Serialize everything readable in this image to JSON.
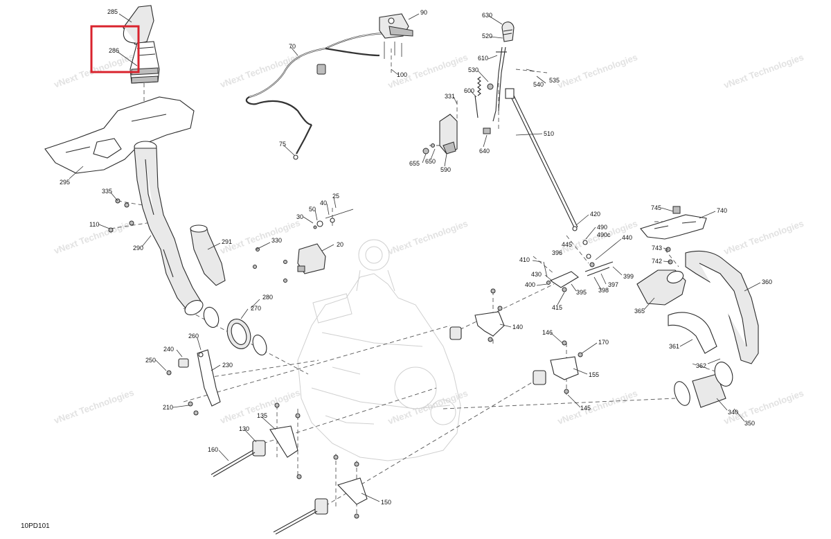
{
  "diagram": {
    "code": "10PD101",
    "watermark": "vNext Technologies",
    "highlight_color": "#d9232d",
    "highlighted_part": "286",
    "callouts": [
      {
        "id": "c285",
        "label": "285"
      },
      {
        "id": "c286",
        "label": "286"
      },
      {
        "id": "c295",
        "label": "295"
      },
      {
        "id": "c335",
        "label": "335"
      },
      {
        "id": "c110",
        "label": "110"
      },
      {
        "id": "c290",
        "label": "290"
      },
      {
        "id": "c291",
        "label": "291"
      },
      {
        "id": "c330",
        "label": "330"
      },
      {
        "id": "c280",
        "label": "280"
      },
      {
        "id": "c270",
        "label": "270"
      },
      {
        "id": "c260",
        "label": "260"
      },
      {
        "id": "c240",
        "label": "240"
      },
      {
        "id": "c250",
        "label": "250"
      },
      {
        "id": "c230",
        "label": "230"
      },
      {
        "id": "c210",
        "label": "210"
      },
      {
        "id": "c70",
        "label": "70"
      },
      {
        "id": "c90",
        "label": "90"
      },
      {
        "id": "c100",
        "label": "100"
      },
      {
        "id": "c75",
        "label": "75"
      },
      {
        "id": "c25",
        "label": "25"
      },
      {
        "id": "c40",
        "label": "40"
      },
      {
        "id": "c50",
        "label": "50"
      },
      {
        "id": "c30",
        "label": "30"
      },
      {
        "id": "c20",
        "label": "20"
      },
      {
        "id": "c630",
        "label": "630"
      },
      {
        "id": "c520",
        "label": "520"
      },
      {
        "id": "c610",
        "label": "610"
      },
      {
        "id": "c530",
        "label": "530"
      },
      {
        "id": "c540",
        "label": "540"
      },
      {
        "id": "c535",
        "label": "535"
      },
      {
        "id": "c600",
        "label": "600"
      },
      {
        "id": "c331",
        "label": "331"
      },
      {
        "id": "c510",
        "label": "510"
      },
      {
        "id": "c655",
        "label": "655"
      },
      {
        "id": "c650",
        "label": "650"
      },
      {
        "id": "c590",
        "label": "590"
      },
      {
        "id": "c640",
        "label": "640"
      },
      {
        "id": "c420",
        "label": "420"
      },
      {
        "id": "c490",
        "label": "490"
      },
      {
        "id": "c490c",
        "label": "490c"
      },
      {
        "id": "c440",
        "label": "440"
      },
      {
        "id": "c445",
        "label": "445"
      },
      {
        "id": "c396",
        "label": "396"
      },
      {
        "id": "c410",
        "label": "410"
      },
      {
        "id": "c430",
        "label": "430"
      },
      {
        "id": "c400",
        "label": "400"
      },
      {
        "id": "c415",
        "label": "415"
      },
      {
        "id": "c395",
        "label": "395"
      },
      {
        "id": "c397",
        "label": "397"
      },
      {
        "id": "c398",
        "label": "398"
      },
      {
        "id": "c399",
        "label": "399"
      },
      {
        "id": "c745",
        "label": "745"
      },
      {
        "id": "c740",
        "label": "740"
      },
      {
        "id": "c743",
        "label": "743"
      },
      {
        "id": "c742",
        "label": "742"
      },
      {
        "id": "c360",
        "label": "360"
      },
      {
        "id": "c365",
        "label": "365"
      },
      {
        "id": "c361",
        "label": "361"
      },
      {
        "id": "c362",
        "label": "362"
      },
      {
        "id": "c340",
        "label": "340"
      },
      {
        "id": "c350",
        "label": "350"
      },
      {
        "id": "c140",
        "label": "140"
      },
      {
        "id": "c146",
        "label": "146"
      },
      {
        "id": "c170",
        "label": "170"
      },
      {
        "id": "c155",
        "label": "155"
      },
      {
        "id": "c145",
        "label": "145"
      },
      {
        "id": "c160",
        "label": "160"
      },
      {
        "id": "c130",
        "label": "130"
      },
      {
        "id": "c135",
        "label": "135"
      },
      {
        "id": "c150",
        "label": "150"
      }
    ]
  }
}
